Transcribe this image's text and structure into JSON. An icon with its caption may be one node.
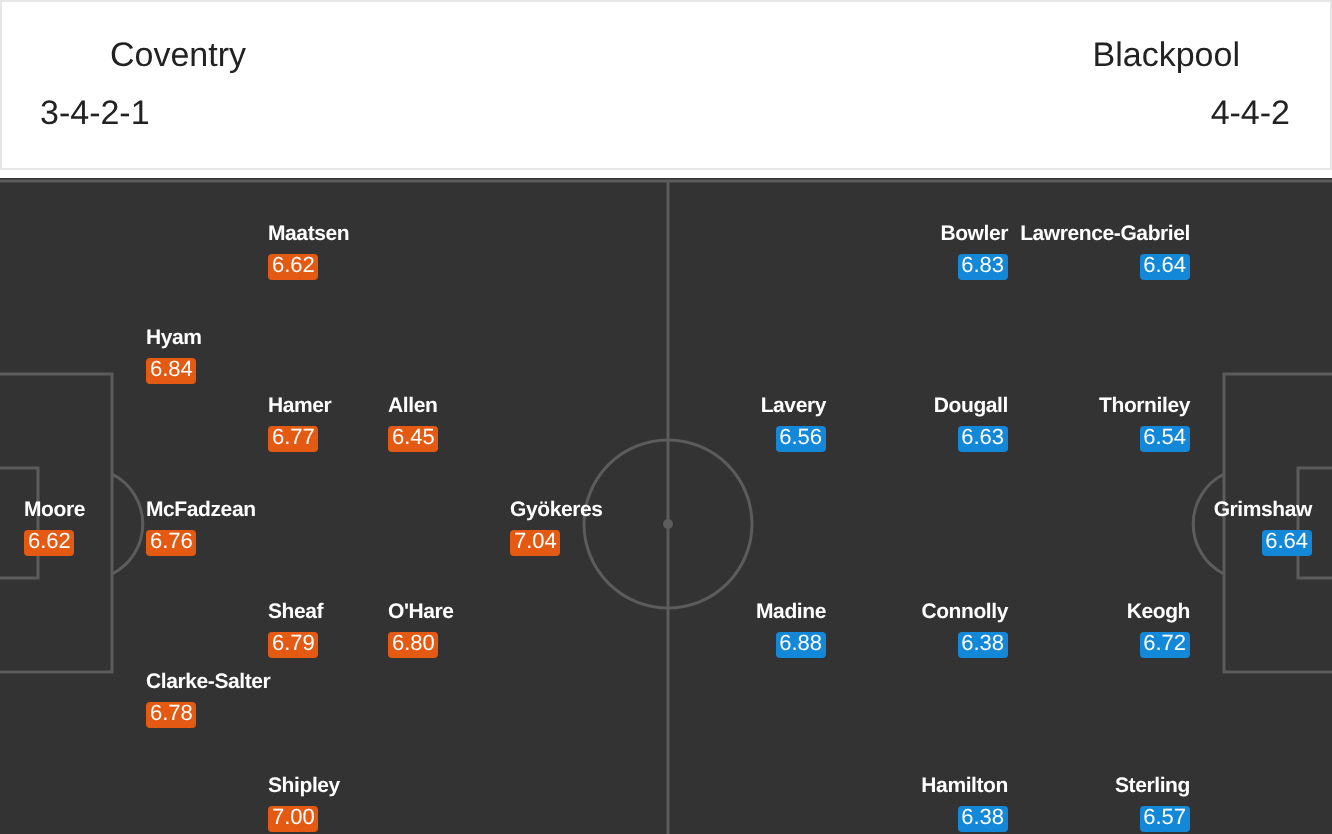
{
  "diagram": {
    "nodes": [
      {
        "text": [
          "Moore",
          "6.62"
        ]
      },
      {
        "text": [
          "Hyam",
          "6.84"
        ]
      },
      {
        "text": [
          "McFadzean",
          "6.76"
        ]
      },
      {
        "text": [
          "Clarke-Salter",
          "6.78"
        ]
      },
      {
        "text": [
          "Maatsen",
          "6.62"
        ]
      },
      {
        "text": [
          "Hamer",
          "6.77"
        ]
      },
      {
        "text": [
          "Sheaf",
          "6.79"
        ]
      },
      {
        "text": [
          "Shipley",
          "7.00"
        ]
      },
      {
        "text": [
          "Allen",
          "6.45"
        ]
      },
      {
        "text": [
          "O'Hare",
          "6.80"
        ]
      },
      {
        "text": [
          "Gyökeres",
          "7.04"
        ]
      },
      {
        "text": [
          "Grimshaw",
          "6.64"
        ]
      },
      {
        "text": [
          "Lawrence-Gabriel",
          "6.64"
        ]
      },
      {
        "text": [
          "Thorniley",
          "6.54"
        ]
      },
      {
        "text": [
          "Keogh",
          "6.72"
        ]
      },
      {
        "text": [
          "Sterling",
          "6.57"
        ]
      },
      {
        "text": [
          "Bowler",
          "6.83"
        ]
      },
      {
        "text": [
          "Dougall",
          "6.63"
        ]
      },
      {
        "text": [
          "Connolly",
          "6.38"
        ]
      },
      {
        "text": [
          "Hamilton",
          "6.38"
        ]
      },
      {
        "text": [
          "Lavery",
          "6.56"
        ]
      },
      {
        "text": [
          "Madine",
          "6.88"
        ]
      }
    ],
    "labels": [
      "Coventry",
      "Blackpool",
      "3-4-2-1",
      "4-4-2"
    ]
  }
}
